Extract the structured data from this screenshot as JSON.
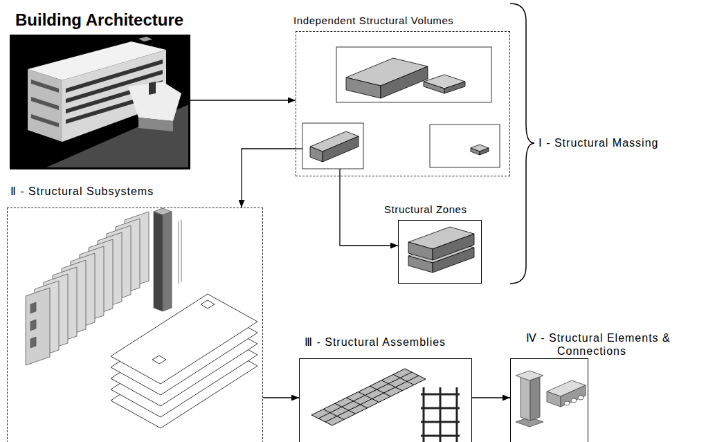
{
  "diagram": {
    "nodes": [
      {
        "text": [
          "Building Architecture"
        ]
      },
      {
        "text": [
          "Independent Structural Volumes"
        ]
      },
      {
        "text": [
          "Structural Zones"
        ]
      },
      {
        "text": [
          "Ⅱ - Structural Subsystems"
        ]
      },
      {
        "text": [
          "Ⅲ - Structural Assemblies"
        ]
      },
      {
        "text": [
          "Ⅳ - Structural Elements & Connections"
        ]
      }
    ],
    "edges": [
      {
        "from": 0,
        "to": 1,
        "arrow": "to"
      },
      {
        "from": 1,
        "to": 3,
        "arrow": "to"
      },
      {
        "from": 1,
        "to": 2,
        "arrow": "to"
      },
      {
        "from": 3,
        "to": 4,
        "arrow": "to"
      },
      {
        "from": 4,
        "to": 5,
        "arrow": "to"
      }
    ],
    "labels": [
      "Ⅰ - Structural Massing"
    ]
  }
}
